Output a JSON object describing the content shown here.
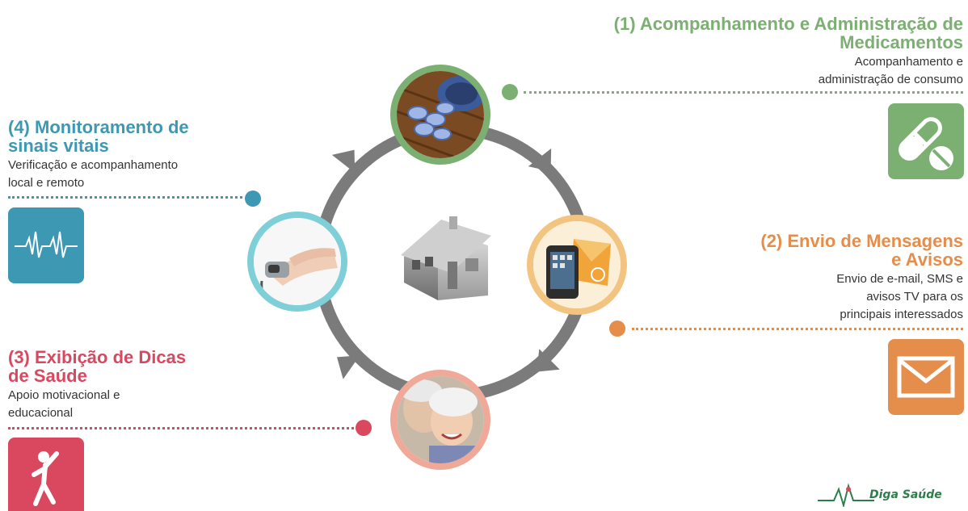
{
  "colors": {
    "green": "#7caf72",
    "orange": "#e58d4a",
    "red": "#d9485f",
    "blue": "#3c98b3",
    "arrow_gray": "#7b7b7b"
  },
  "items": [
    {
      "title": "(1) Acompanhamento e Administração de Medicamentos",
      "title_line1": "(1) Acompanhamento e Administração de",
      "title_line2": "Medicamentos",
      "description_line1": "Acompanhamento e",
      "description_line2": "administração  de consumo",
      "icon": "pills-icon",
      "photo": "pills-photo"
    },
    {
      "title": "(2) Envio de Mensagens e Avisos",
      "title_line1": "(2) Envio de Mensagens",
      "title_line2": "e Avisos",
      "description_line1": "Envio de e-mail, SMS e",
      "description_line2": "avisos TV para os",
      "description_line3": "principais interessados",
      "icon": "envelope-icon",
      "photo": "phone-mail-photo"
    },
    {
      "title": "(3) Exibição de Dicas de Saúde",
      "title_line1": "(3) Exibição de Dicas",
      "title_line2": "de Saúde",
      "description_line1": "Apoio motivacional e",
      "description_line2": "educacional",
      "icon": "exercise-person-icon",
      "photo": "elderly-couple-photo"
    },
    {
      "title": "(4) Monitoramento de sinais vitais",
      "title_line1": "(4) Monitoramento de",
      "title_line2": "sinais vitais",
      "description_line1": "Verificação e acompanhamento",
      "description_line2": "local e remoto",
      "icon": "heartbeat-icon",
      "photo": "pulse-oximeter-photo"
    }
  ],
  "center": {
    "icon": "house-icon"
  },
  "logo": {
    "text": "Diga Saúde"
  }
}
